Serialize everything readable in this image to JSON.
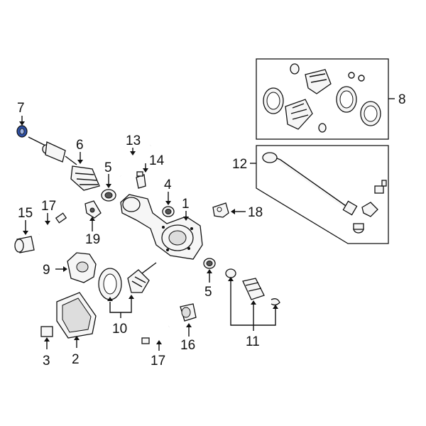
{
  "diagram": {
    "highlight_color": "#2d4fa3",
    "callouts": [
      {
        "id": "c1",
        "label": "1"
      },
      {
        "id": "c2",
        "label": "2"
      },
      {
        "id": "c3",
        "label": "3"
      },
      {
        "id": "c4",
        "label": "4"
      },
      {
        "id": "c5a",
        "label": "5"
      },
      {
        "id": "c5b",
        "label": "5"
      },
      {
        "id": "c6",
        "label": "6"
      },
      {
        "id": "c7",
        "label": "7"
      },
      {
        "id": "c8",
        "label": "8"
      },
      {
        "id": "c9",
        "label": "9"
      },
      {
        "id": "c10",
        "label": "10"
      },
      {
        "id": "c11",
        "label": "11"
      },
      {
        "id": "c12",
        "label": "12"
      },
      {
        "id": "c13",
        "label": "13"
      },
      {
        "id": "c14",
        "label": "14"
      },
      {
        "id": "c15",
        "label": "15"
      },
      {
        "id": "c16",
        "label": "16"
      },
      {
        "id": "c17a",
        "label": "17"
      },
      {
        "id": "c17b",
        "label": "17"
      },
      {
        "id": "c18",
        "label": "18"
      },
      {
        "id": "c19",
        "label": "19"
      }
    ]
  }
}
